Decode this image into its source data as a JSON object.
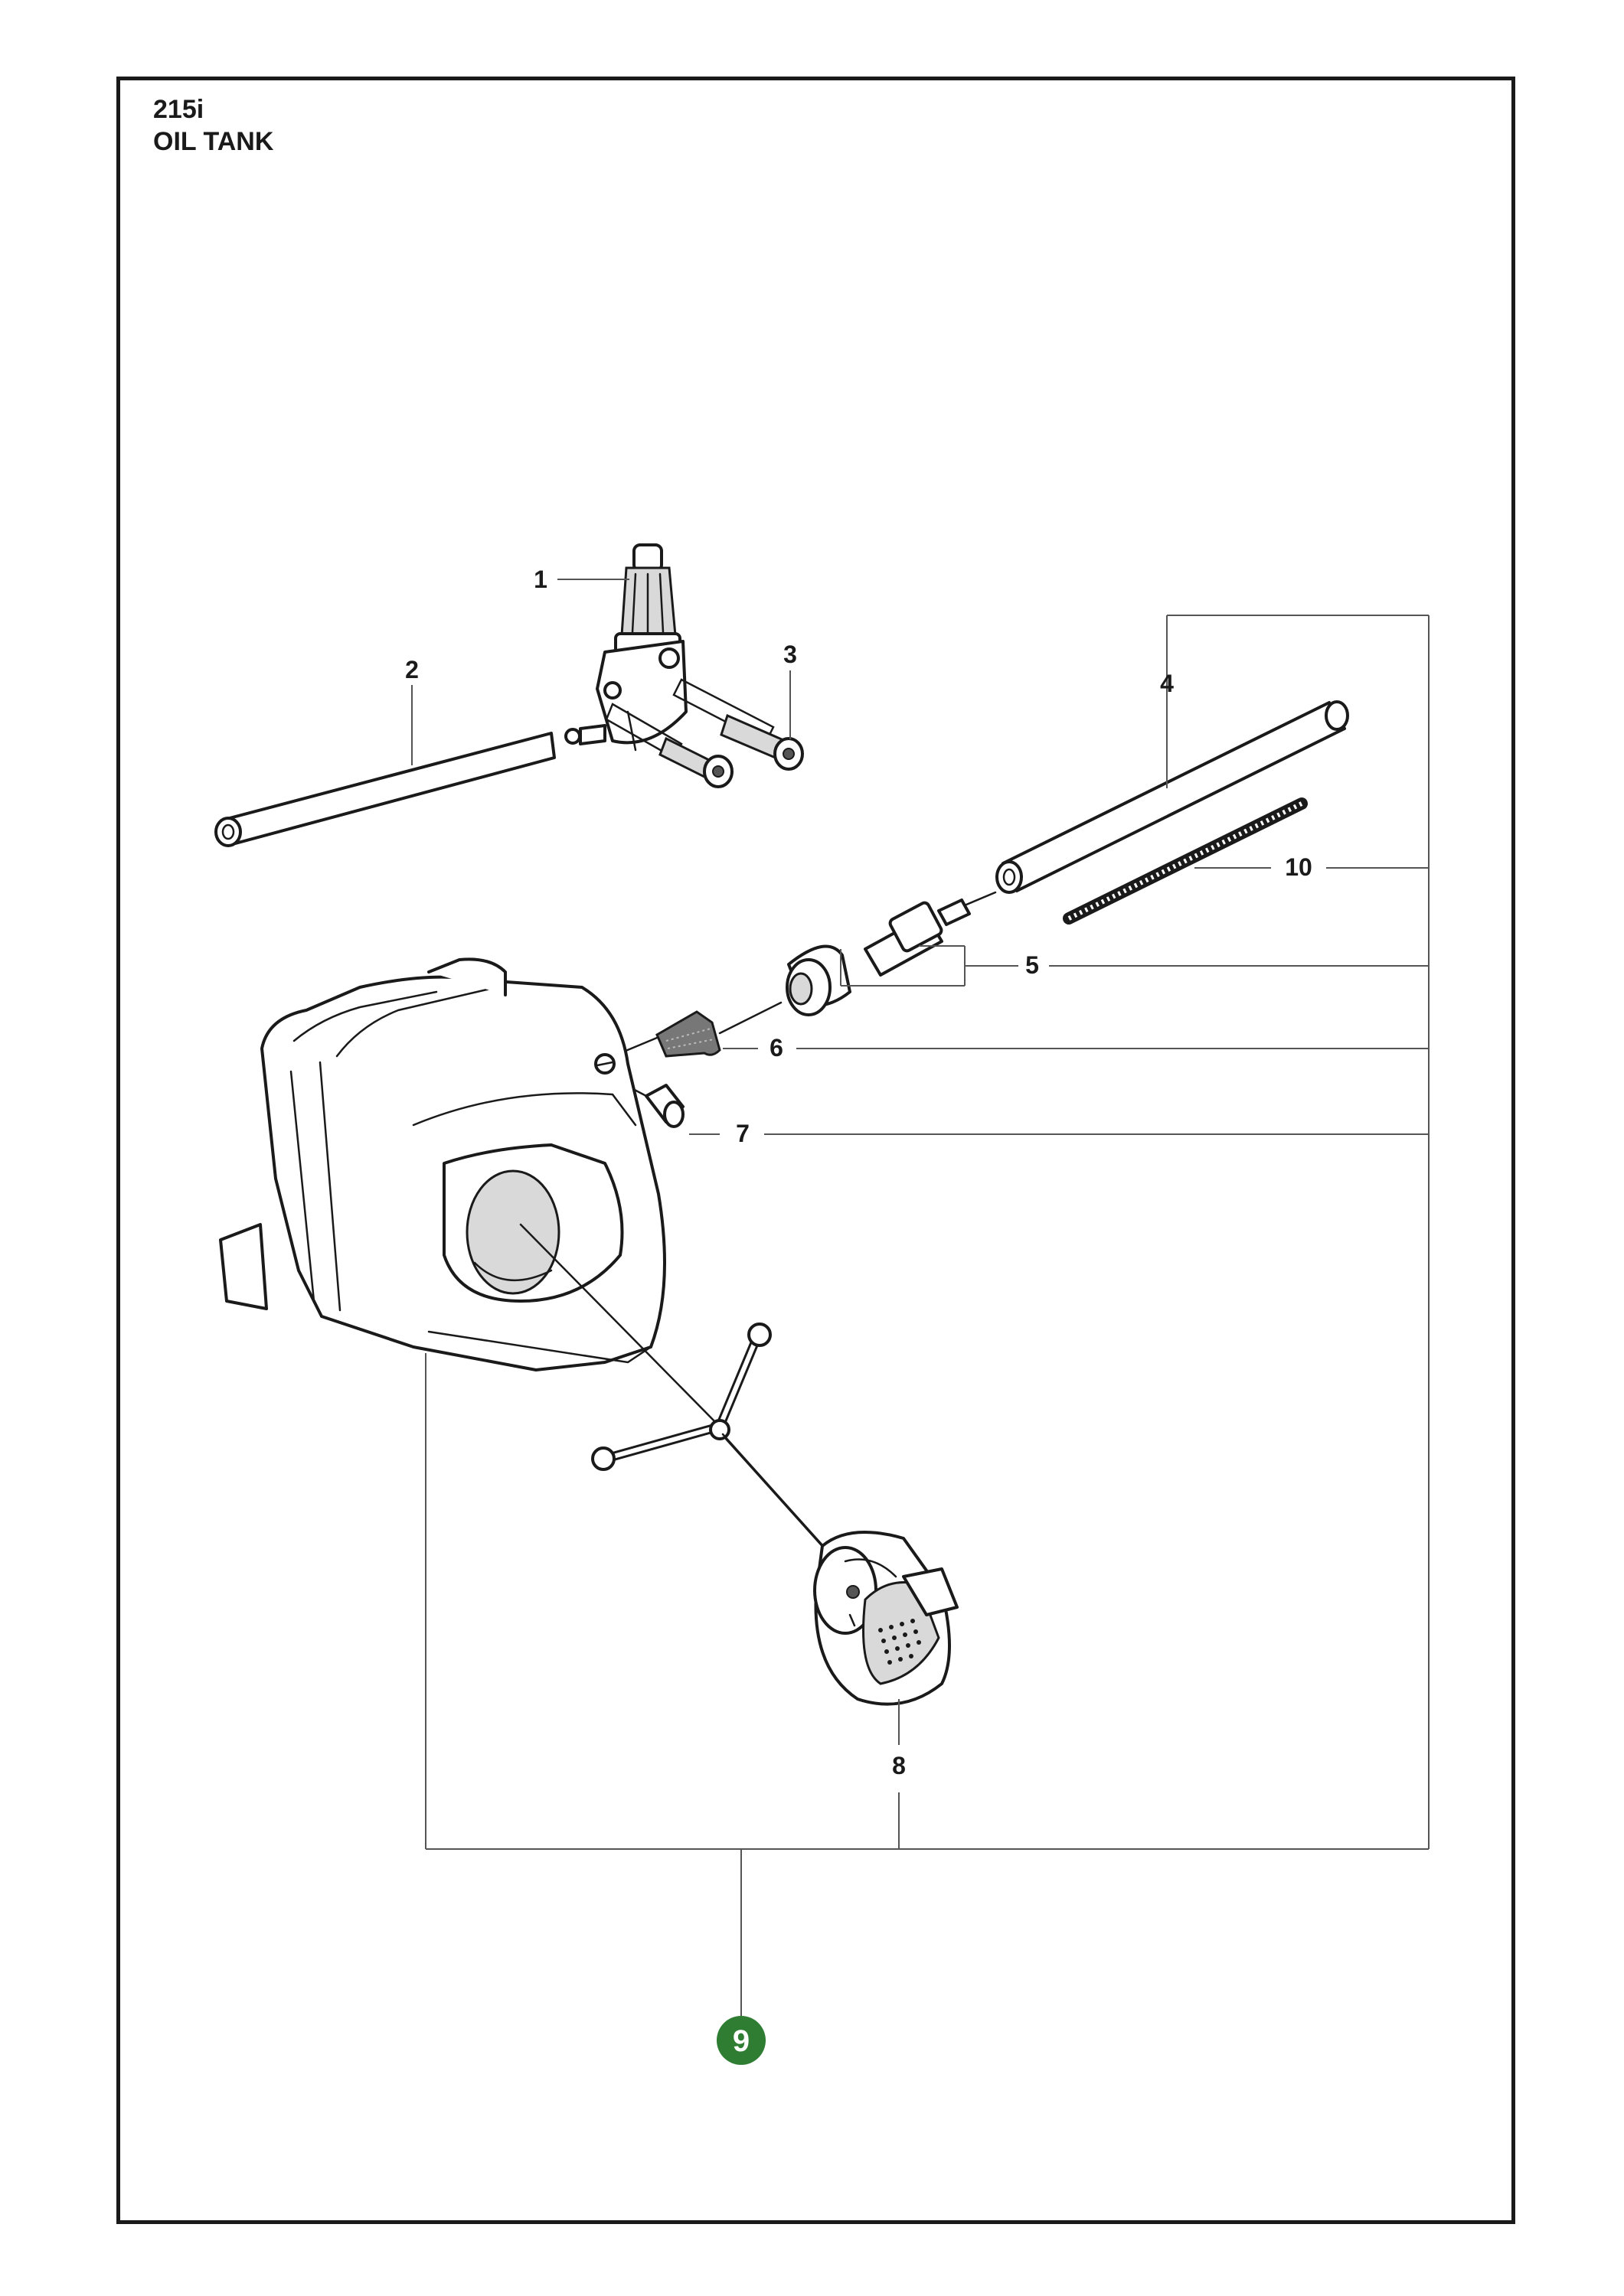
{
  "header": {
    "model": "215i",
    "section_title": "OIL TANK"
  },
  "callouts": [
    {
      "id": "1",
      "label": "1"
    },
    {
      "id": "2",
      "label": "2"
    },
    {
      "id": "3",
      "label": "3"
    },
    {
      "id": "4",
      "label": "4"
    },
    {
      "id": "5",
      "label": "5"
    },
    {
      "id": "6",
      "label": "6"
    },
    {
      "id": "7",
      "label": "7"
    },
    {
      "id": "8",
      "label": "8"
    },
    {
      "id": "9",
      "label": "9"
    },
    {
      "id": "10",
      "label": "10"
    }
  ],
  "kit_badge": {
    "label": "9",
    "color": "#2e7d32"
  },
  "colors": {
    "line": "#1a1a1a",
    "leader": "#555555"
  }
}
